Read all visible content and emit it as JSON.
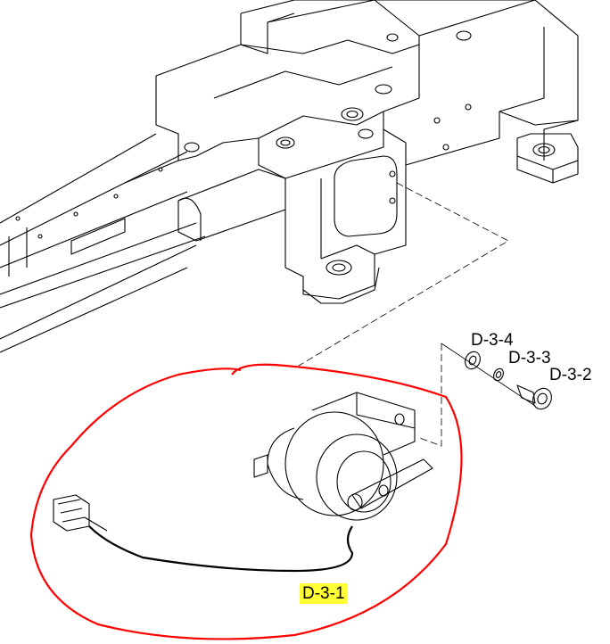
{
  "labels": {
    "washer": "D-3-4",
    "lock_washer": "D-3-3",
    "screw": "D-3-2",
    "motor_assembly": "D-3-1"
  },
  "colors": {
    "line": "#000000",
    "callout_circle": "#ff0000",
    "highlight": "#ffff33"
  }
}
